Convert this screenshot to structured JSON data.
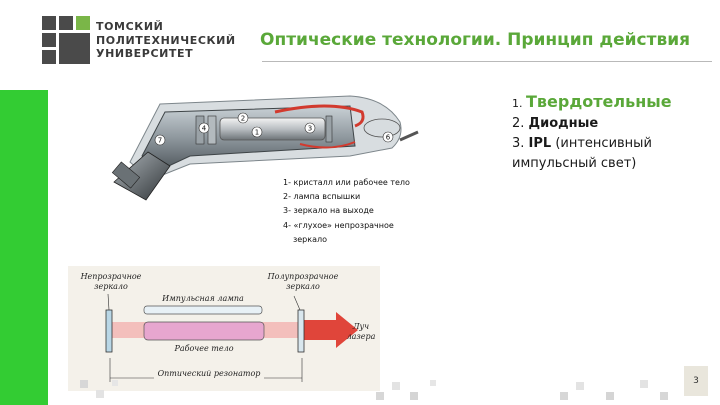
{
  "logo": {
    "line1": "ТОМСКИЙ",
    "line2": "ПОЛИТЕХНИЧЕСКИЙ",
    "line3": "УНИВЕРСИТЕТ"
  },
  "title": "Оптические технологии. Принцип действия",
  "device_figure": {
    "callouts": [
      "1",
      "2",
      "3",
      "4"
    ]
  },
  "legend": {
    "item1": "1- кристалл или рабочее тело",
    "item2": "2- лампа вспышки",
    "item3": "3- зеркало на выходе",
    "item4_a": "4- «глухое» непрозрачное",
    "item4_b": "зеркало"
  },
  "list": {
    "item1_num": "1. ",
    "item1_text": "Твердотельные",
    "item2_num": "2. ",
    "item2_text": "Диодные",
    "item3_num": "3. ",
    "item3_bold": "IPL",
    "item3_rest": " (интенсивный",
    "item3_cont": "импульсный свет)"
  },
  "diagram": {
    "left_mirror_a": "Непрозрачное",
    "left_mirror_b": "зеркало",
    "right_mirror_a": "Полупрозрачное",
    "right_mirror_b": "зеркало",
    "lamp": "Импульсная лампа",
    "body": "Рабочее тело",
    "beam_a": "Луч",
    "beam_b": "лазера",
    "resonator": "Оптический резонатор"
  },
  "page_number": "3",
  "colors": {
    "accent_green": "#5aa839",
    "side_bar_green": "#33cc33",
    "logo_gray": "#4a4a4a",
    "beam_red": "#e0453a"
  }
}
